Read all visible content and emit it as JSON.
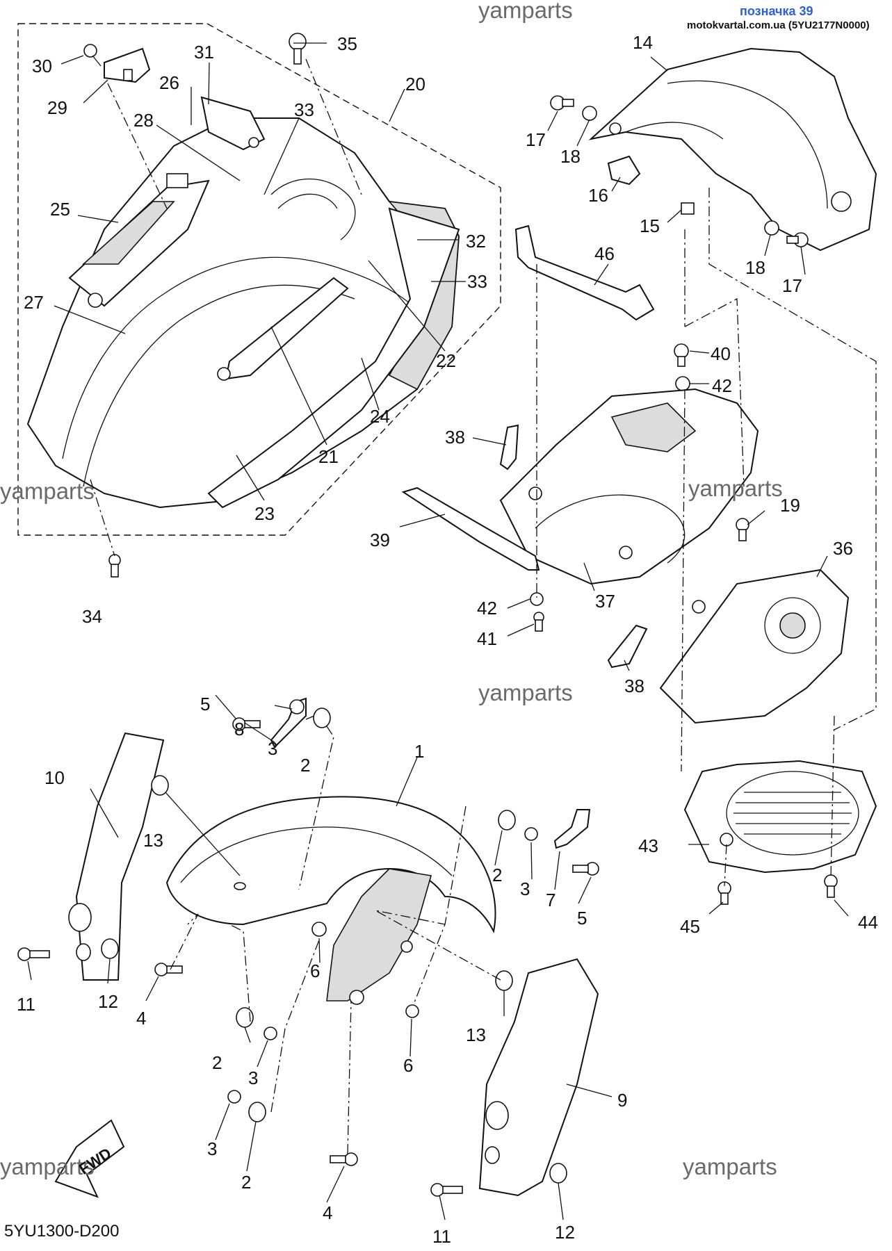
{
  "header": {
    "title": "позначка 39",
    "subtitle": "motokvartal.com.ua (5YU2177N0000)"
  },
  "diagram_code": "5YU1300-D200",
  "watermark_text": "yamparts",
  "fwd_label": "FWD",
  "callouts": {
    "c14": "14",
    "c17a": "17",
    "c18a": "18",
    "c16": "16",
    "c15": "15",
    "c18b": "18",
    "c17b": "17",
    "c46": "46",
    "c40": "40",
    "c42a": "42",
    "c38a": "38",
    "c19": "19",
    "c36": "36",
    "c39": "39",
    "c37": "37",
    "c42b": "42",
    "c41": "41",
    "c38b": "38",
    "c43": "43",
    "c45": "45",
    "c44": "44",
    "c30": "30",
    "c35": "35",
    "c31": "31",
    "c20": "20",
    "c26": "26",
    "c29": "29",
    "c28": "28",
    "c33a": "33",
    "c25": "25",
    "c32": "32",
    "c33b": "33",
    "c27": "27",
    "c22": "22",
    "c24": "24",
    "c21": "21",
    "c23": "23",
    "c34": "34",
    "c5a": "5",
    "c8": "8",
    "c3a": "3",
    "c2a": "2",
    "c10": "10",
    "c13a": "13",
    "c1": "1",
    "c2b": "2",
    "c3b": "3",
    "c7": "7",
    "c5b": "5",
    "c11a": "11",
    "c12a": "12",
    "c4a": "4",
    "c6a": "6",
    "c2c": "2",
    "c3c": "3",
    "c6b": "6",
    "c13b": "13",
    "c9": "9",
    "c3d": "3",
    "c2d": "2",
    "c4b": "4",
    "c11b": "11",
    "c12b": "12"
  }
}
